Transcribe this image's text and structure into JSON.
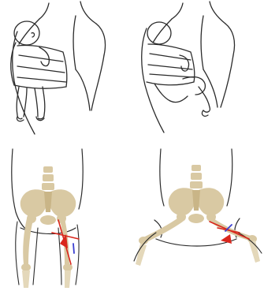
{
  "figure": {
    "panels": [
      {
        "id": "narrow-base-carrier",
        "depiction": "baby-in-front-carrier-legs-dangling"
      },
      {
        "id": "wide-base-carrier",
        "depiction": "baby-in-front-carrier-legs-spread-m-position"
      },
      {
        "id": "narrow-base-hip",
        "depiction": "pelvis-and-femurs-narrow-seat"
      },
      {
        "id": "wide-base-hip",
        "depiction": "pelvis-and-femurs-wide-seat"
      }
    ],
    "colors": {
      "line": "#2b2b2b",
      "bone": "#d9c9a3",
      "bone_shade": "#c9b587",
      "femur_axis": "#d9261c",
      "acetabulum_axis": "#3a3fd1"
    }
  }
}
